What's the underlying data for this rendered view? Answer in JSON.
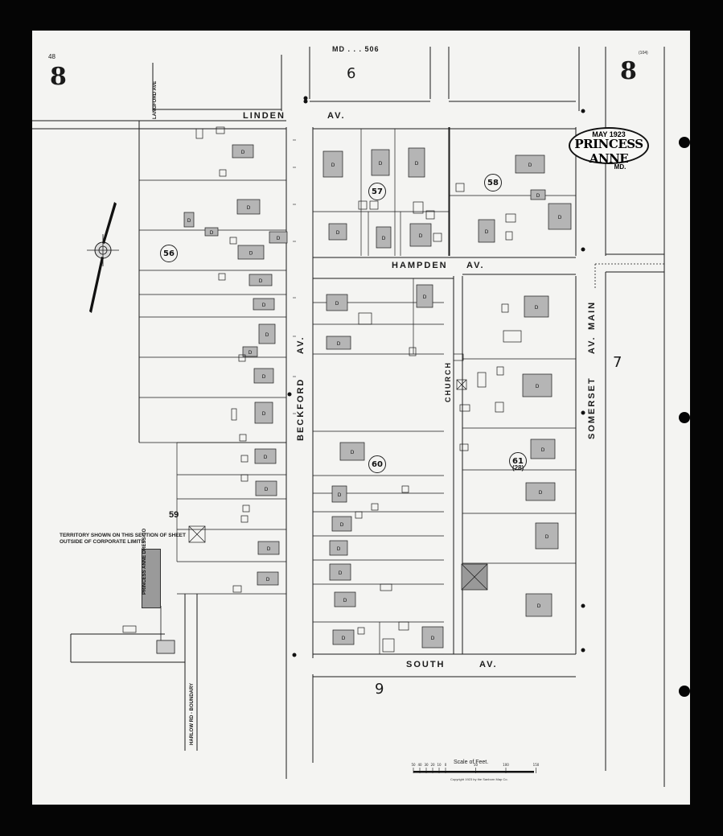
{
  "sheet": {
    "sheet_number": "8",
    "sheet_number_right": "8",
    "state_code": "MD . . . 506",
    "corner_code": "48",
    "corner_right": "(104)"
  },
  "title": {
    "date": "MAY 1923",
    "town": "PRINCESS ANNE",
    "state": "MD."
  },
  "streets": {
    "linden": "LINDEN",
    "linden_av": "AV.",
    "hampden": "HAMPDEN",
    "hampden_av": "AV.",
    "south": "SOUTH",
    "south_av": "AV.",
    "beckford": "BECKFORD",
    "beckford_av": "AV.",
    "church": "CHURCH",
    "somerset": "SOMERSET",
    "somerset_av": "AV.",
    "main": "MAIN",
    "langford": "LANGFORD AVE",
    "harlow": "HARLOW RD - BOUNDARY"
  },
  "adjacent_sheets": {
    "north": "6",
    "east": "7",
    "south": "9"
  },
  "block_numbers": [
    "56",
    "57",
    "58",
    "60",
    "61",
    "59"
  ],
  "block_61_sub": "(28)",
  "factory": {
    "label": "PRINCESS ANNE DRESS CO"
  },
  "territory_note": "TERRITORY SHOWN ON THIS SECTION OF SHEET OUTSIDE OF CORPORATE LIMITS",
  "scale": {
    "title": "Scale of Feet.",
    "ticks": [
      "50",
      "40",
      "30",
      "20",
      "10",
      "0",
      "50",
      "100",
      "150"
    ]
  },
  "copyright": "Copyright 1923 by the Sanborn Map Co.",
  "colors": {
    "paper": "#f4f4f2",
    "frame": "#050505",
    "ink": "#1a1a1a",
    "dwelling_fill": "#b5b5b5"
  }
}
